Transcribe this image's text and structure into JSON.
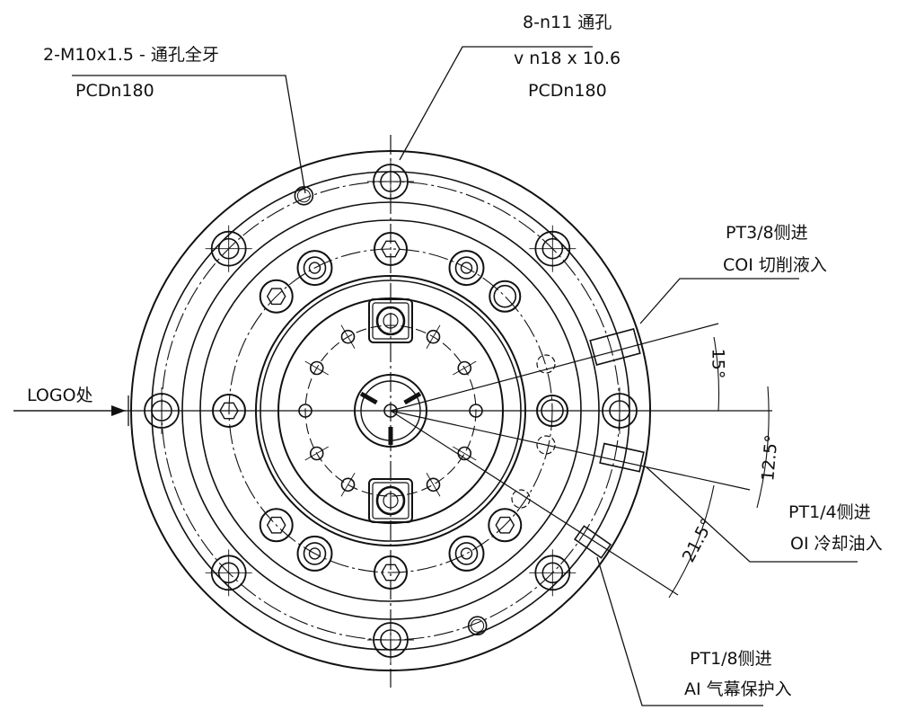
{
  "drawing": {
    "callouts": {
      "tapped_holes": {
        "line1": "2-M10x1.5 - 通孔全牙",
        "line2": "PCDn180"
      },
      "through_holes": {
        "line1": "8-n11 通孔",
        "line2": "v n18 x 10.6",
        "line3": "PCDn180"
      },
      "coolant_inlet": {
        "line1": "PT3/8侧进",
        "line2": "COI 切削液入"
      },
      "oil_inlet": {
        "line1": "PT1/4侧进",
        "line2": "OI 冷却油入"
      },
      "air_inlet": {
        "line1": "PT1/8侧进",
        "line2": "AI 气幕保护入"
      },
      "logo": {
        "line1": "LOGO处"
      }
    },
    "angles": {
      "a1": "15°",
      "a2": "12.5°",
      "a3": "21.5°"
    },
    "line_color": "#111111"
  }
}
